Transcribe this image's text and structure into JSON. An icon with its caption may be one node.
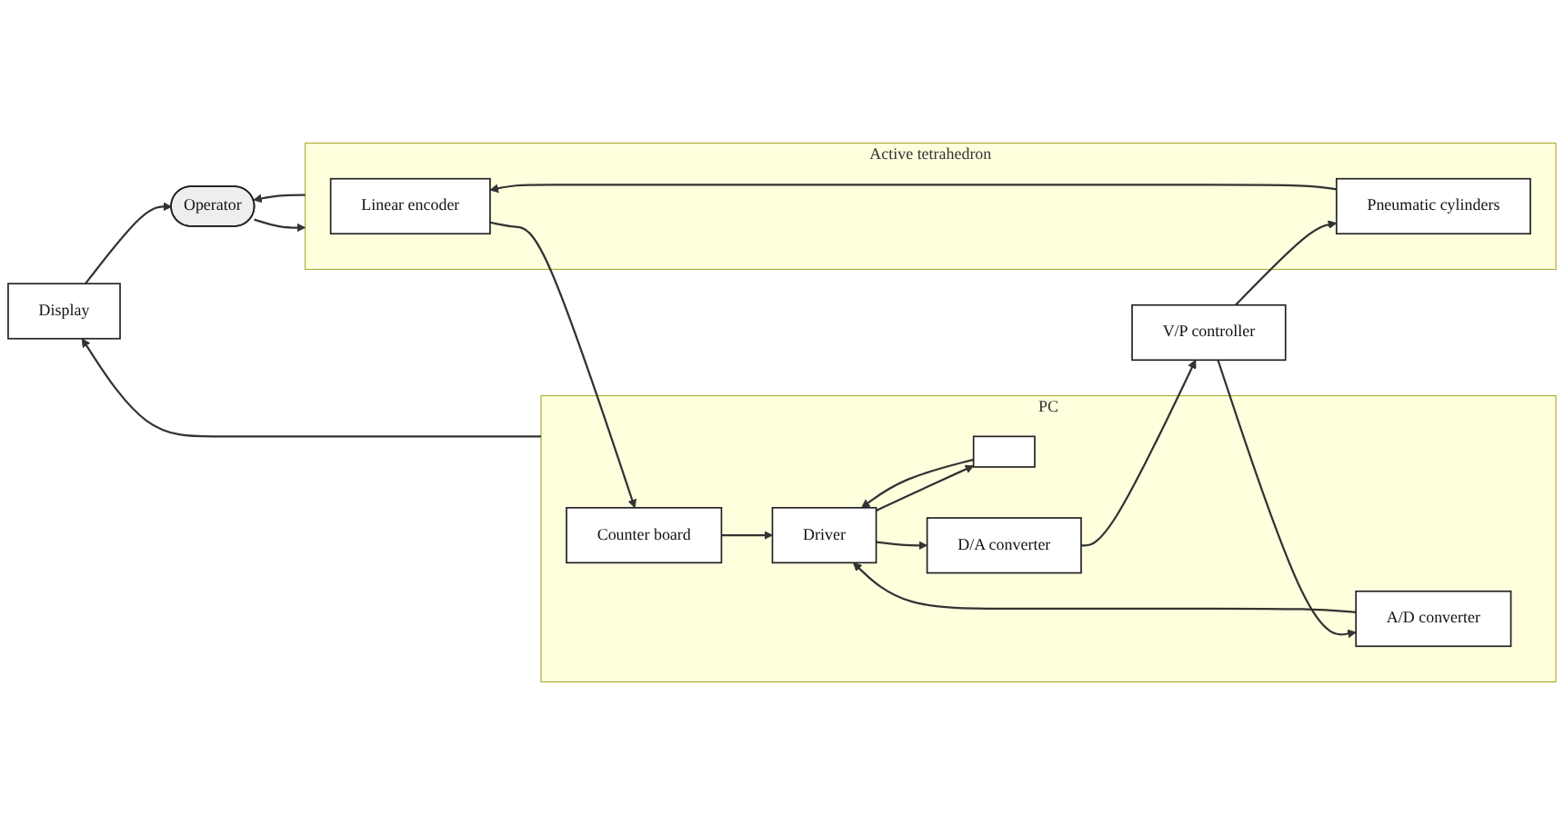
{
  "diagram": {
    "nodes": [
      {
        "text": [
          "Display"
        ]
      },
      {
        "text": [
          "Operator"
        ]
      },
      {
        "text": [
          "PC"
        ]
      },
      {
        "text": [],
        "shape": "box",
        "in": 2
      },
      {
        "text": [
          "Driver"
        ],
        "in": 2
      },
      {
        "text": [
          "Counter board"
        ],
        "in": 2
      },
      {
        "text": [
          "A/D converter"
        ],
        "in": 2
      },
      {
        "text": [
          "D/A converter"
        ],
        "in": 2
      },
      {
        "text": [
          "V/P controller"
        ]
      },
      {
        "text": [
          "Active tetrahedron"
        ]
      },
      {
        "text": [
          "Linear encoder"
        ],
        "in": 9
      },
      {
        "text": [
          "Pneumatic cylinders"
        ],
        "in": 9
      }
    ],
    "edges": [
      {
        "from": 0,
        "to": 1,
        "arrow": "to"
      },
      {
        "from": 2,
        "to": 0,
        "arrow": "to"
      },
      {
        "from": 1,
        "to": 9,
        "arrow": "to"
      },
      {
        "from": 9,
        "to": 1,
        "arrow": "to"
      },
      {
        "from": 3,
        "to": 4,
        "arrow": "to"
      },
      {
        "from": 4,
        "to": 3,
        "arrow": "to"
      },
      {
        "from": 5,
        "to": 4,
        "arrow": "to"
      },
      {
        "from": 6,
        "to": 4,
        "arrow": "to"
      },
      {
        "from": 4,
        "to": 7,
        "arrow": "to"
      },
      {
        "from": 10,
        "to": 5,
        "arrow": "to"
      },
      {
        "from": 8,
        "to": 6,
        "arrow": "to"
      },
      {
        "from": 7,
        "to": 8,
        "arrow": "to"
      },
      {
        "from": 8,
        "to": 11,
        "arrow": "to"
      },
      {
        "from": 11,
        "to": 10,
        "arrow": "to"
      }
    ]
  }
}
